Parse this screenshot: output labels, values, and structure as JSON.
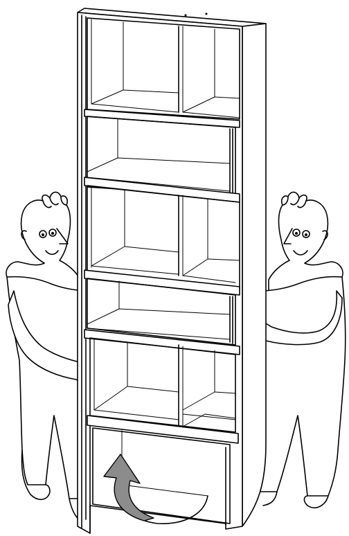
{
  "illustration": {
    "subject": "two-people-tilting-bookcase-upright",
    "shelf_compartment_rows": 6,
    "people_count": 2
  },
  "colors": {
    "background": "#ffffff",
    "line": "#000000",
    "arrow_fill": "#8c8c8c"
  },
  "icons": [
    "left-person-icon",
    "right-person-icon",
    "bookcase-icon",
    "rotation-arrow-icon"
  ]
}
